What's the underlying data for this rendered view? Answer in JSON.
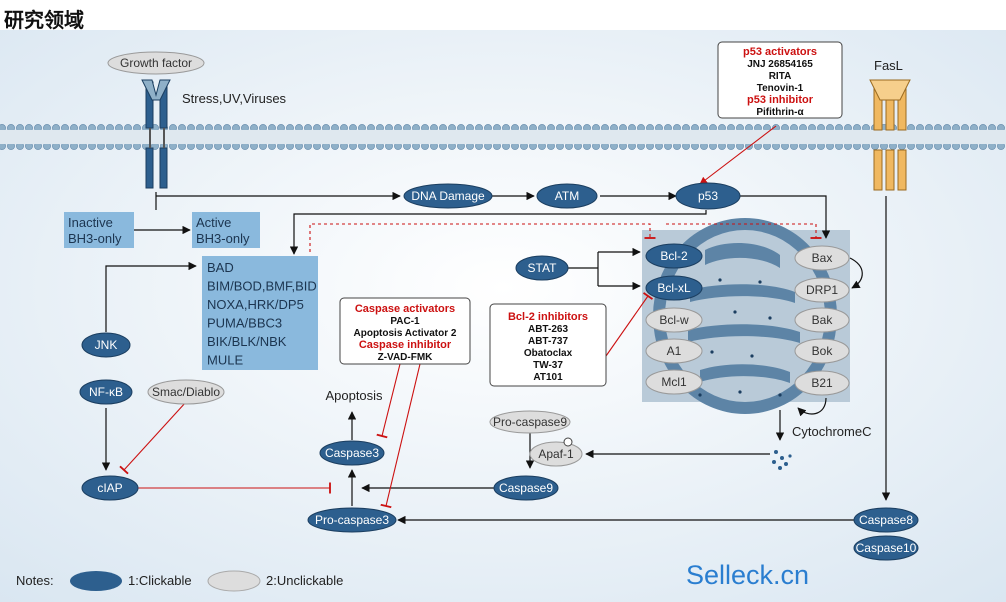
{
  "page_title": "研究领域",
  "membrane": {
    "growth_factor": "Growth factor",
    "stress": "Stress,UV,Viruses",
    "fasl": "FasL"
  },
  "nodes": {
    "dna_damage": "DNA Damage",
    "atm": "ATM",
    "p53": "p53",
    "stat": "STAT",
    "bcl2": "Bcl-2",
    "bclxl": "Bcl-xL",
    "bclw": "Bcl-w",
    "a1": "A1",
    "mcl1": "Mcl1",
    "bax": "Bax",
    "drp1": "DRP1",
    "bak": "Bak",
    "bok": "Bok",
    "b21": "B21",
    "jnk": "JNK",
    "nfkb": "NF-κB",
    "smac": "Smac/Diablo",
    "ciap": "cIAP",
    "caspase3": "Caspase3",
    "procaspase3": "Pro-caspase3",
    "procaspase9": "Pro-caspase9",
    "apaf1": "Apaf-1",
    "caspase9": "Caspase9",
    "caspase8": "Caspase8",
    "caspase10": "Caspase10",
    "apoptosis": "Apoptosis",
    "cytochrome_c": "CytochromeC"
  },
  "bh3": {
    "inactive_line1": "Inactive",
    "inactive_line2": "BH3-only",
    "active_line1": "Active",
    "active_line2": "BH3-only",
    "list": [
      "BAD",
      "BIM/BOD,BMF,BID",
      "NOXA,HRK/DP5",
      "PUMA/BBC3",
      "BIK/BLK/NBK",
      "MULE"
    ]
  },
  "annotations": {
    "p53_box": {
      "activators_title": "p53 activators",
      "activators": [
        "JNJ 26854165",
        "RITA",
        "Tenovin-1"
      ],
      "inhibitor_title": "p53 inhibitor",
      "inhibitors": [
        "Pifithrin-α"
      ]
    },
    "caspase_box": {
      "activators_title": "Caspase activators",
      "activators": [
        "PAC-1",
        "Apoptosis Activator 2"
      ],
      "inhibitor_title": "Caspase inhibitor",
      "inhibitors": [
        "Z-VAD-FMK"
      ]
    },
    "bcl2_box": {
      "title": "Bcl-2 inhibitors",
      "items": [
        "ABT-263",
        "ABT-737",
        "Obatoclax",
        "TW-37",
        "AT101"
      ]
    }
  },
  "notes": {
    "label": "Notes:",
    "clickable": "1:Clickable",
    "unclickable": "2:Unclickable"
  },
  "watermark": "Selleck.cn",
  "colors": {
    "clickable_node": "#2d5f8e",
    "unclickable_node": "#dddddd",
    "bh3_box": "#8ab9dd",
    "mito_bg": "#b9cad8",
    "mito_body": "#5d84a6",
    "inhibitor_red": "#cc1111",
    "membrane_head": "#8fb0c8",
    "fasl_orange": "#f0b860"
  }
}
